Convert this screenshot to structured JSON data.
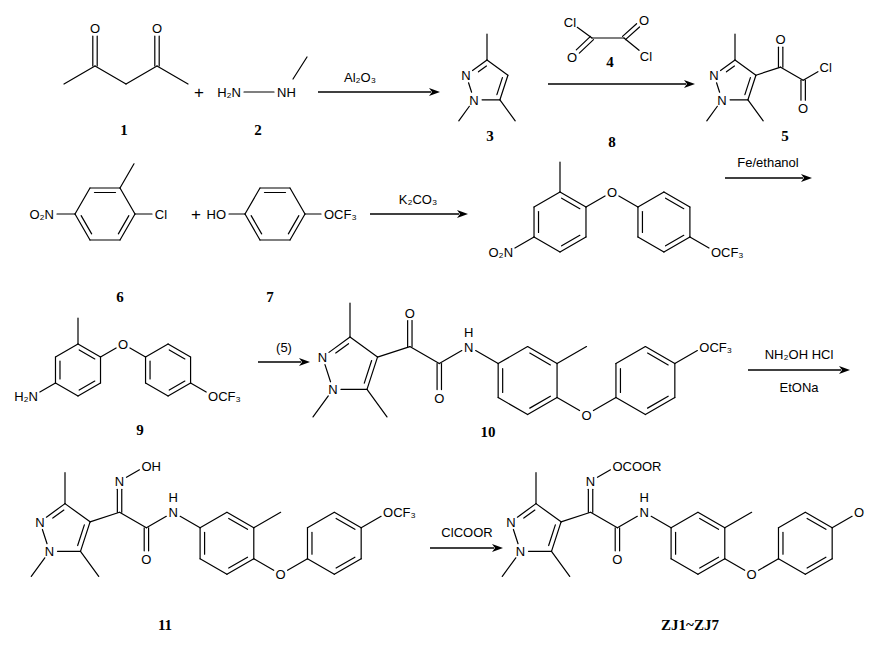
{
  "diagram": {
    "labels": [
      "O",
      "O",
      "1",
      "+",
      "H₂N",
      "NH",
      "2",
      "Al₂O₃",
      "N",
      "N",
      "3",
      "Cl",
      "O",
      "O",
      "Cl",
      "4",
      "O",
      "Cl",
      "N",
      "O",
      "N",
      "5",
      "O₂N",
      "Cl",
      "+",
      "HO",
      "OCF₃",
      "K₂CO₃",
      "8",
      "O",
      "Fe/ethanol",
      "OCF₃",
      "O₂N",
      "6",
      "7",
      "H₂N",
      "O",
      "OCF₃",
      "9",
      "(5)",
      "O",
      "H",
      "N",
      "OCF₃",
      "N",
      "O",
      "N",
      "O",
      "10",
      "NH₂OH HCl",
      "EtONa",
      "OH",
      "N",
      "H",
      "N",
      "OCF₃",
      "N",
      "O",
      "N",
      "O",
      "ClCOOR",
      "OCOOR",
      "N",
      "H",
      "N",
      "O",
      "N",
      "O",
      "N",
      "O",
      "11",
      "ZJ1~ZJ7"
    ]
  }
}
